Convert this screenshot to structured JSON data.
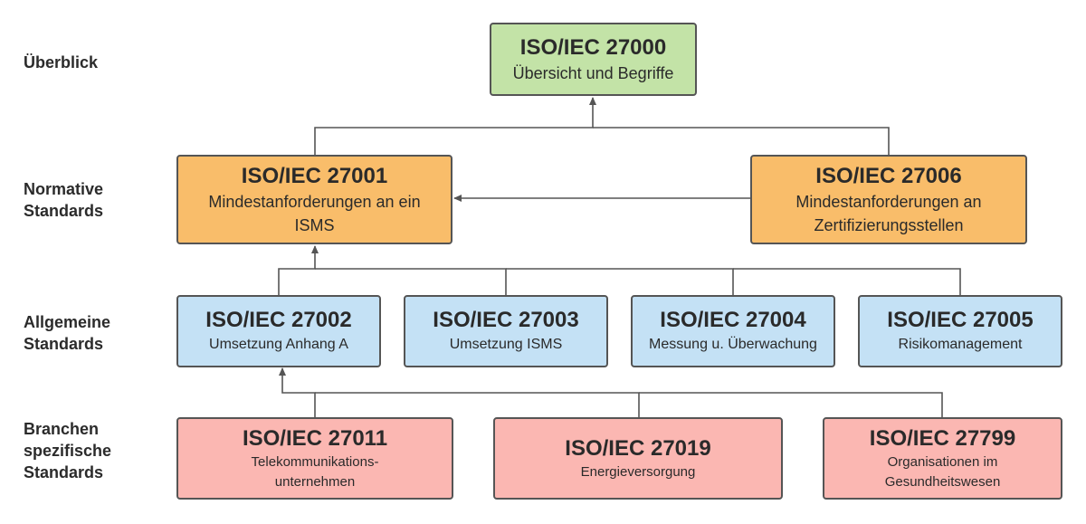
{
  "row_labels": {
    "overview": "Überblick",
    "normative": "Normative\nStandards",
    "general": "Allgemeine\nStandards",
    "sector": "Branchen\nspezifische\nStandards"
  },
  "boxes": {
    "iso27000": {
      "title": "ISO/IEC 27000",
      "subtitle": "Übersicht und Begriffe"
    },
    "iso27001": {
      "title": "ISO/IEC 27001",
      "subtitle": "Mindestanforderungen an ein\nISMS"
    },
    "iso27006": {
      "title": "ISO/IEC 27006",
      "subtitle": "Mindestanforderungen an\nZertifizierungsstellen"
    },
    "iso27002": {
      "title": "ISO/IEC 27002",
      "subtitle": "Umsetzung Anhang A"
    },
    "iso27003": {
      "title": "ISO/IEC 27003",
      "subtitle": "Umsetzung ISMS"
    },
    "iso27004": {
      "title": "ISO/IEC 27004",
      "subtitle": "Messung u. Überwachung"
    },
    "iso27005": {
      "title": "ISO/IEC 27005",
      "subtitle": "Risikomanagement"
    },
    "iso27011": {
      "title": "ISO/IEC 27011",
      "subtitle": "Telekommunikations-\nunternehmen"
    },
    "iso27019": {
      "title": "ISO/IEC 27019",
      "subtitle": "Energieversorgung"
    },
    "iso27799": {
      "title": "ISO/IEC 27799",
      "subtitle": "Organisationen im\nGesundheitswesen"
    }
  },
  "colors": {
    "overview": "#c3e3a7",
    "normative": "#f9bd6a",
    "general": "#c4e1f5",
    "sector": "#fbb7b2",
    "connector": "#555555"
  }
}
